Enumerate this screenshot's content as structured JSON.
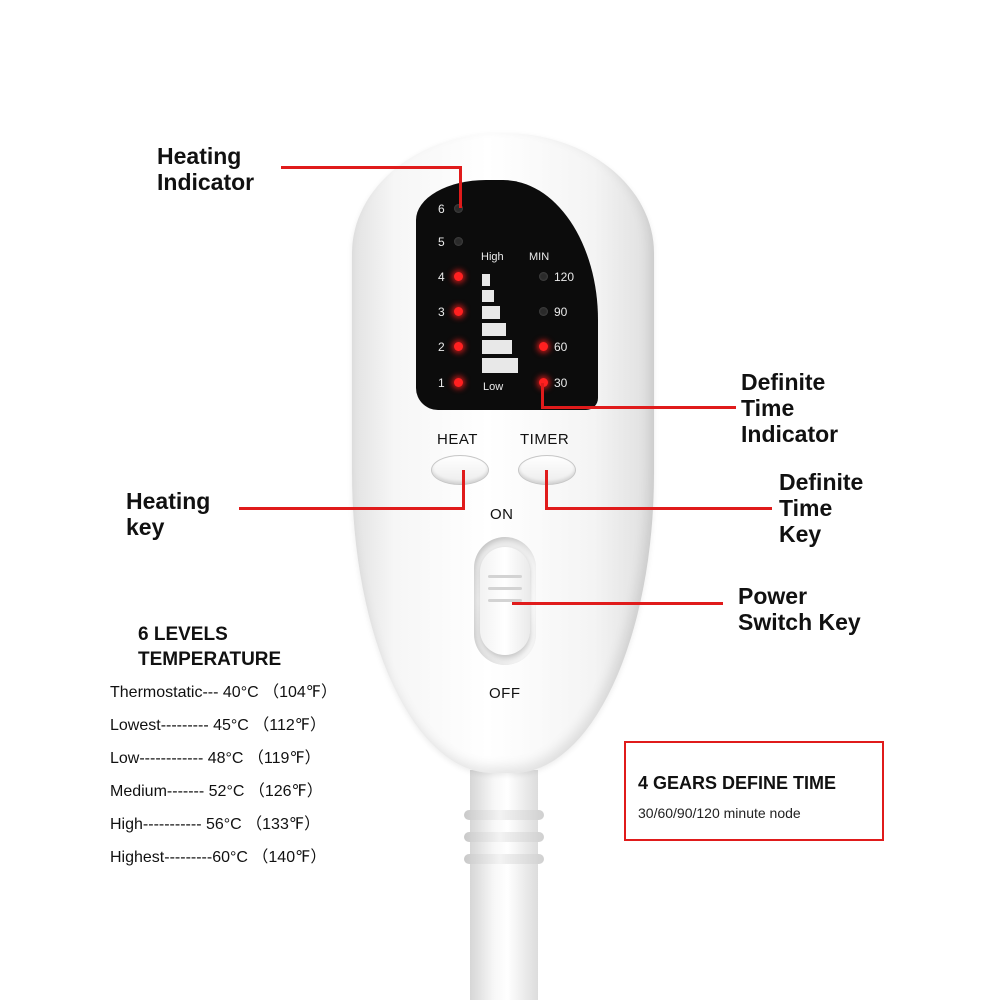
{
  "panel": {
    "level_numbers": [
      "6",
      "5",
      "4",
      "3",
      "2",
      "1"
    ],
    "level_leds_on": [
      false,
      false,
      true,
      true,
      true,
      true
    ],
    "high_label": "High",
    "low_label": "Low",
    "min_label": "MIN",
    "timer_values": [
      "120",
      "90",
      "60",
      "30"
    ],
    "timer_leds_on": [
      false,
      false,
      true,
      true
    ]
  },
  "buttons": {
    "heat_label": "HEAT",
    "timer_label": "TIMER",
    "on_label": "ON",
    "off_label": "OFF"
  },
  "callouts": {
    "heating_indicator": [
      "Heating",
      "Indicator"
    ],
    "definite_time_indicator": [
      "Definite",
      "Time",
      "Indicator"
    ],
    "heating_key": [
      "Heating",
      "key"
    ],
    "definite_time_key": [
      "Definite",
      "Time",
      "Key"
    ],
    "power_switch_key": [
      "Power",
      "Switch Key"
    ]
  },
  "temperature": {
    "title_line1": "6 LEVELS",
    "title_line2": "TEMPERATURE",
    "rows": [
      "Thermostatic--- 40°C （104℉）",
      "Lowest--------- 45°C （112℉）",
      "Low------------ 48°C （119℉）",
      "Medium------- 52°C （126℉）",
      "High----------- 56°C （133℉）",
      "Highest---------60°C （140℉）"
    ]
  },
  "gears": {
    "title": "4 GEARS DEFINE TIME",
    "subtitle": "30/60/90/120 minute node"
  },
  "colors": {
    "accent_red": "#e01b1b",
    "led_on": "#ff2020",
    "panel_bg": "#0c0c0c"
  }
}
